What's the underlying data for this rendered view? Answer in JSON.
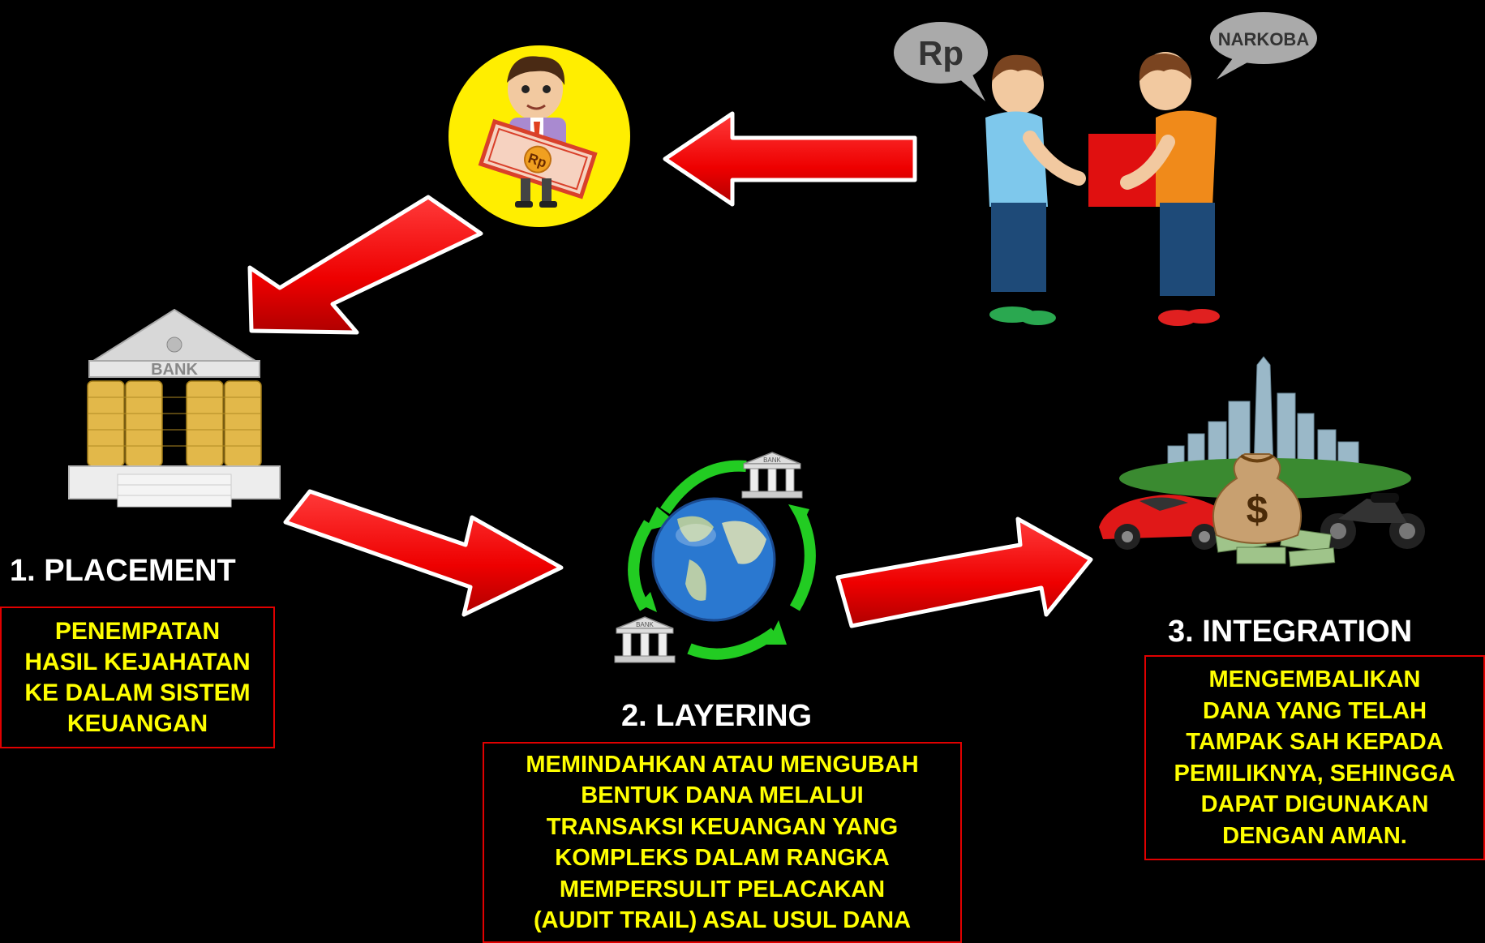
{
  "illustrations": {
    "criminal_speech": "Rp",
    "buyer_speech": "NARKOBA",
    "money_bill_label": "Rp",
    "bank_label": "BANK",
    "small_bank_label_1": "BANK",
    "small_bank_label_2": "BANK",
    "money_bag_symbol": "$"
  },
  "stages": [
    {
      "title": "1. PLACEMENT",
      "description": "PENEMPATAN\nHASIL KEJAHATAN\nKE DALAM SISTEM\nKEUANGAN"
    },
    {
      "title": "2. LAYERING",
      "description": "MEMINDAHKAN ATAU MENGUBAH\nBENTUK DANA MELALUI\nTRANSAKSI KEUANGAN YANG\nKOMPLEKS DALAM RANGKA\nMEMPERSULIT PELACAKAN\n(AUDIT TRAIL) ASAL USUL DANA"
    },
    {
      "title": "3. INTEGRATION",
      "description": "MENGEMBALIKAN\nDANA YANG TELAH\nTAMPAK SAH KEPADA\nPEMILIKNYA, SEHINGGA\nDAPAT DIGUNAKAN\nDENGAN AMAN."
    }
  ],
  "colors": {
    "background": "#000000",
    "arrow": "#ff0000",
    "title_text": "#ffffff",
    "description_text": "#ffff00",
    "box_border": "#e00000",
    "cycle_arrows": "#22cc22",
    "circle_fill": "#ffee00"
  },
  "icons": [
    "handshake-drug-deal-icon",
    "money-holder-icon",
    "bank-icon",
    "globe-cycle-icon",
    "wealth-assets-icon"
  ]
}
